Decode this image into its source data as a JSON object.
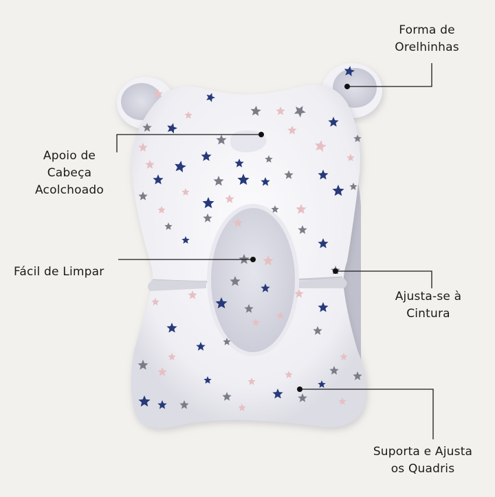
{
  "labels": {
    "ears": "Forma de\nOrelhinhas",
    "head_support": "Apoio de\nCabeça\nAcolchoado",
    "easy_clean": "Fácil de Limpar",
    "waist": "Ajusta-se à\nCintura",
    "hips": "Suporta e Ajusta\nos Quadris"
  },
  "colors": {
    "background": "#f3f1ed",
    "cushion": "#f4f4f8",
    "mesh": "#dcdde6",
    "star_navy": "#263a7a",
    "star_gray": "#7b7d86",
    "star_pink": "#e7bfc2",
    "leader_line": "#1a1a1a"
  },
  "icons": [
    "star-icon",
    "callout-dot-icon"
  ]
}
